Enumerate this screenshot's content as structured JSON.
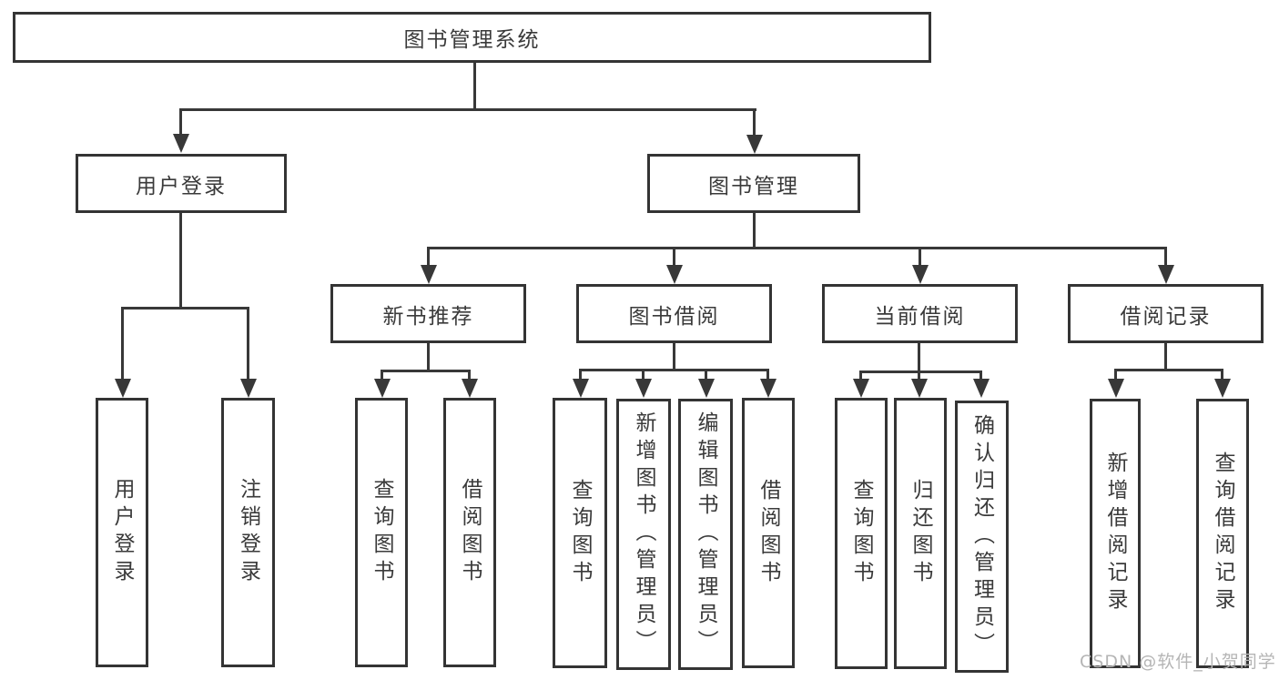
{
  "diagram": {
    "title": "图书管理系统",
    "type": "hierarchy-tree",
    "nodes": {
      "root": "图书管理系统",
      "user_login": "用户登录",
      "book_management": "图书管理",
      "login_user": "用户登录",
      "login_logout": "注销登录",
      "new_book_recommend": "新书推荐",
      "book_borrow": "图书借阅",
      "current_borrow": "当前借阅",
      "borrow_records": "借阅记录",
      "rec_query_book": "查询图书",
      "rec_borrow_book": "借阅图书",
      "bb_query_book": "查询图书",
      "bb_add_book": "新增图书（管理员）",
      "bb_edit_book": "编辑图书（管理员）",
      "bb_borrow_book": "借阅图书",
      "cb_query_book": "查询图书",
      "cb_return_book": "归还图书",
      "cb_confirm_return": "确认归还（管理员）",
      "br_add_record": "新增借阅记录",
      "br_query_record": "查询借阅记录"
    },
    "edges": [
      [
        "root",
        "user_login"
      ],
      [
        "root",
        "book_management"
      ],
      [
        "user_login",
        "login_user"
      ],
      [
        "user_login",
        "login_logout"
      ],
      [
        "book_management",
        "new_book_recommend"
      ],
      [
        "book_management",
        "book_borrow"
      ],
      [
        "book_management",
        "current_borrow"
      ],
      [
        "book_management",
        "borrow_records"
      ],
      [
        "new_book_recommend",
        "rec_query_book"
      ],
      [
        "new_book_recommend",
        "rec_borrow_book"
      ],
      [
        "book_borrow",
        "bb_query_book"
      ],
      [
        "book_borrow",
        "bb_add_book"
      ],
      [
        "book_borrow",
        "bb_edit_book"
      ],
      [
        "book_borrow",
        "bb_borrow_book"
      ],
      [
        "current_borrow",
        "cb_query_book"
      ],
      [
        "current_borrow",
        "cb_return_book"
      ],
      [
        "current_borrow",
        "cb_confirm_return"
      ],
      [
        "borrow_records",
        "br_add_record"
      ],
      [
        "borrow_records",
        "br_query_record"
      ]
    ],
    "colors": {
      "line": "#383838",
      "box_border": "#343434",
      "text": "#3a3a3a",
      "background": "#ffffff",
      "watermark": "#b5b5b5"
    }
  },
  "watermark": "CSDN @软件_小贺同学"
}
